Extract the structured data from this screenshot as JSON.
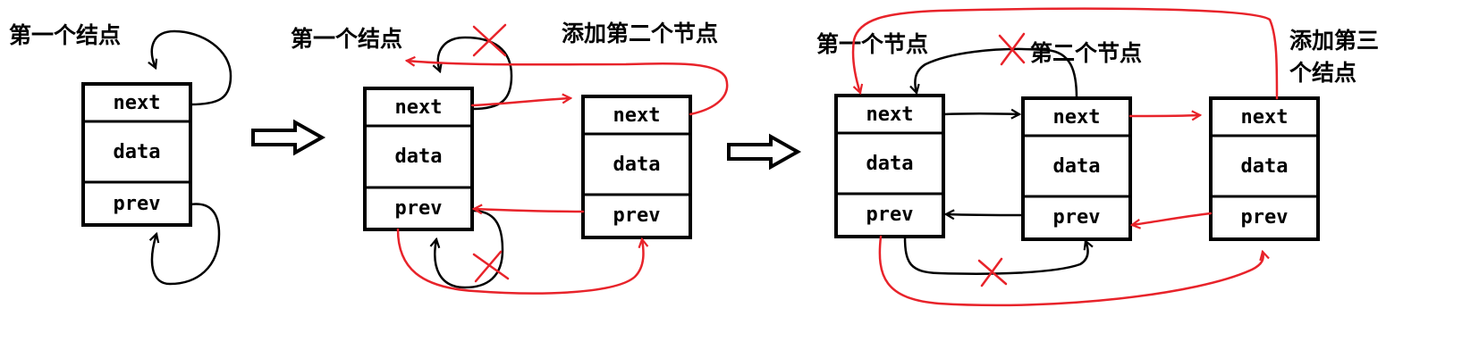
{
  "colors": {
    "ink": "#000000",
    "change": "#e8232a",
    "background": "#ffffff"
  },
  "stage1": {
    "caption": "第一个结点",
    "node": {
      "next": "next",
      "data": "data",
      "prev": "prev"
    }
  },
  "stage2": {
    "caption_first": "第一个结点",
    "caption_added": "添加第二个节点",
    "node1": {
      "next": "next",
      "data": "data",
      "prev": "prev"
    },
    "node2": {
      "next": "next",
      "data": "data",
      "prev": "prev"
    }
  },
  "stage3": {
    "caption_first": "第一个节点",
    "caption_second": "第二个节点",
    "caption_added_line1": "添加第三",
    "caption_added_line2": "个结点",
    "node1": {
      "next": "next",
      "data": "data",
      "prev": "prev"
    },
    "node2": {
      "next": "next",
      "data": "data",
      "prev": "prev"
    },
    "node3": {
      "next": "next",
      "data": "data",
      "prev": "prev"
    }
  }
}
